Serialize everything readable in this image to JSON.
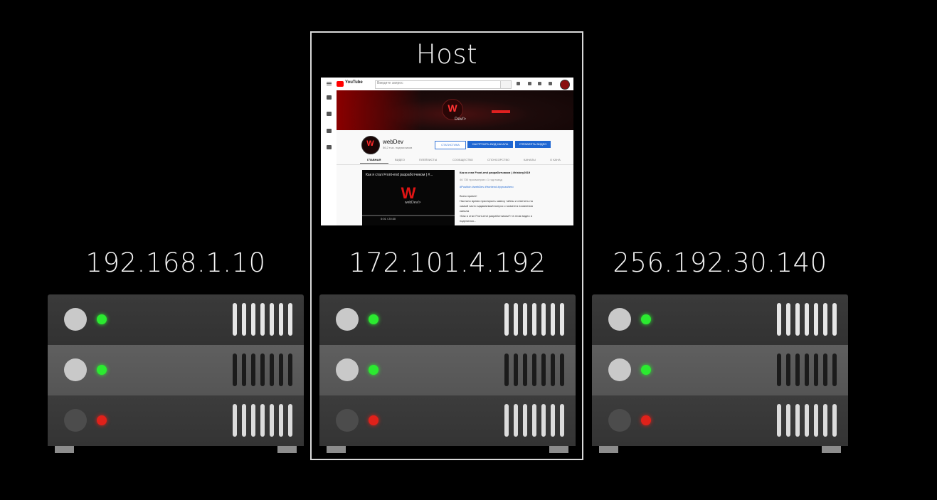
{
  "host": {
    "title": "Host",
    "ip": "172.101.4.192"
  },
  "servers": [
    {
      "ip": "192.168.1.10",
      "leds": [
        "green",
        "green",
        "red"
      ]
    },
    {
      "ip": "172.101.4.192",
      "leds": [
        "green",
        "green",
        "red"
      ]
    },
    {
      "ip": "256.192.30.140",
      "leds": [
        "green",
        "green",
        "red"
      ]
    }
  ],
  "youtube_page": {
    "logo": "YouTube",
    "search_placeholder": "Введите запрос",
    "channel_name": "webDev",
    "channel_subs": "56,2 тыс. подписчиков",
    "banner_logo_text": "W",
    "banner_sub_text": "Dev/>",
    "buttons": [
      "СТАТИСТИКА",
      "НАСТРОИТЬ ВИД КАНАЛА",
      "УПРАВЛЯТЬ ВИДЕО"
    ],
    "tabs": [
      "ГЛАВНАЯ",
      "ВИДЕО",
      "ПЛЕЙЛИСТЫ",
      "СООБЩЕСТВО",
      "СПОНСОРСТВО",
      "КАНАЛЫ",
      "О КАНА"
    ],
    "video": {
      "title": "Как я стал Front-end разработчиком | #...",
      "time": "0:01 / 20:30",
      "logo_text": "W",
      "logo_sub": "webDev/>"
    },
    "description": {
      "title": "Как я стал Front-end разработчиком | #history2019",
      "meta": "46 730 просмотров • 1 год назад",
      "tags": "#Pushkin #webDev #frontend #pyrozahero",
      "lines": [
        "Всем привет!",
        "Настало время приоткрыть завесу тайны и ответить на",
        "самый часто задаваемый вопрос с момента появления",
        "канала",
        "«Как я стал Front-end разработчиком?» в этом видео я",
        "поделился..."
      ]
    }
  }
}
